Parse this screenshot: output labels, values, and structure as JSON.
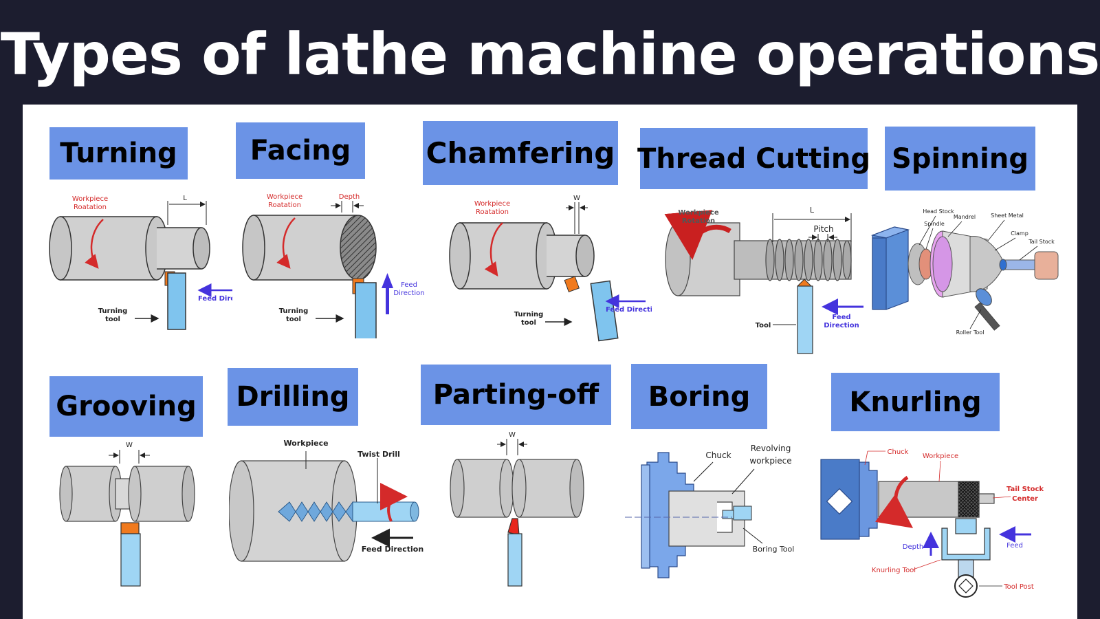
{
  "title": "Types of lathe machine operations",
  "operations": {
    "turning": {
      "label": "Turning",
      "annotations": {
        "rotation": "Workpiece\nRoatation",
        "length": "L",
        "tool": "Turning\ntool",
        "feed": "Feed Direction"
      }
    },
    "facing": {
      "label": "Facing",
      "annotations": {
        "rotation": "Workpiece\nRoatation",
        "depth": "Depth",
        "tool": "Turning\ntool",
        "feed": "Feed\nDirection"
      }
    },
    "chamfering": {
      "label": "Chamfering",
      "annotations": {
        "rotation": "Workpiece\nRoatation",
        "width": "W",
        "tool": "Turning\ntool",
        "feed": "Feed Direction"
      }
    },
    "thread_cutting": {
      "label": "Thread Cutting",
      "annotations": {
        "rotation": "Workpiece\nRotation",
        "length": "L",
        "pitch": "Pitch",
        "tool": "Tool",
        "feed": "Feed\nDirection"
      }
    },
    "spinning": {
      "label": "Spinning",
      "annotations": {
        "head_stock": "Head Stock",
        "spindle": "Spindle",
        "mandrel": "Mandrel",
        "sheet_metal": "Sheet Metal",
        "clamp": "Clamp",
        "tail_stock": "Tail Stock",
        "roller_tool": "Roller Tool"
      }
    },
    "grooving": {
      "label": "Grooving",
      "annotations": {
        "width": "W"
      }
    },
    "drilling": {
      "label": "Drilling",
      "annotations": {
        "workpiece": "Workpiece",
        "twist_drill": "Twist Drill",
        "feed": "Feed Direction"
      }
    },
    "parting_off": {
      "label": "Parting-off",
      "annotations": {
        "width": "W"
      }
    },
    "boring": {
      "label": "Boring",
      "annotations": {
        "chuck": "Chuck",
        "revolving": "Revolving\nworkpiece",
        "tool": "Boring Tool"
      }
    },
    "knurling": {
      "label": "Knurling",
      "annotations": {
        "chuck": "Chuck",
        "workpiece": "Workpiece",
        "tail_stock": "Tail Stock\nCenter",
        "depth": "Depth",
        "feed": "Feed",
        "tool": "Knurling Tool",
        "tool_post": "Tool Post"
      }
    }
  },
  "colors": {
    "background": "#1c1d2f",
    "panel": "#ffffff",
    "label_box": "#6b93e6",
    "workpiece": "#d0d0d0",
    "tool": "#7fc4ee",
    "tool_tip": "#f07a1e",
    "annotation_red": "#d42a2a",
    "arrow_blue": "#4433dd",
    "spinning_metal": "#e8a5f0"
  }
}
